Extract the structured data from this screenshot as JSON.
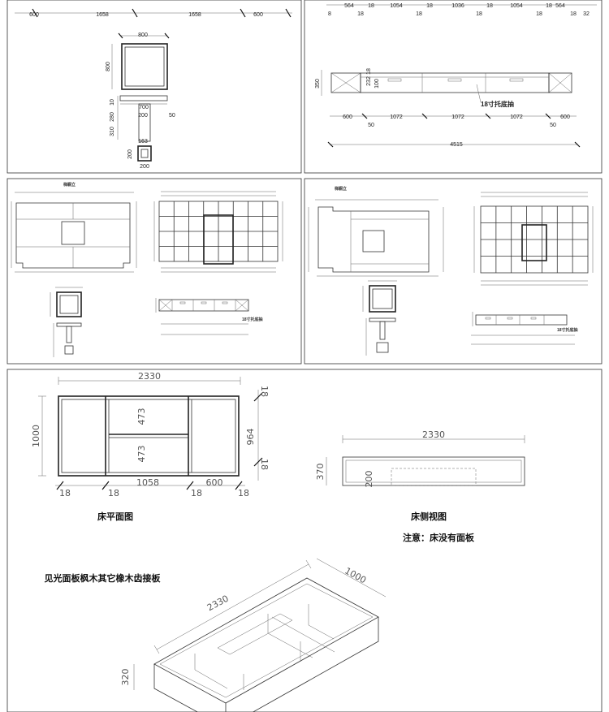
{
  "top_left": {
    "top_dims": [
      "600",
      "1658",
      "1658",
      "600"
    ],
    "square_width": "800",
    "square_height": "800",
    "lower_dims": [
      "10",
      "280",
      "200",
      "310",
      "50",
      "163",
      "200",
      "200"
    ],
    "lower_700": "700"
  },
  "top_right": {
    "top_dims": [
      "8",
      "564",
      "18",
      "18",
      "1054",
      "18",
      "18",
      "1036",
      "18",
      "18",
      "1054",
      "18",
      "18",
      "564",
      "18",
      "32"
    ],
    "left_dims": [
      "350",
      "18",
      "232",
      "100"
    ],
    "drawer_label": "18寸托底抽",
    "bottom_dims": [
      "600",
      "1072",
      "1072",
      "1072",
      "600"
    ],
    "bottom_small": [
      "50",
      "50"
    ],
    "total": "4515"
  },
  "mid_left": {
    "title": "梯橱立",
    "drawer_label": "18寸托底抽"
  },
  "mid_right": {
    "title": "梯橱立",
    "drawer_label": "18寸托底抽"
  },
  "bed_plan": {
    "width": "2330",
    "height": "1000",
    "right_dims": [
      "18",
      "964",
      "18"
    ],
    "inner_dims": [
      "473",
      "473"
    ],
    "bottom_dims": [
      "18",
      "18",
      "1058",
      "18",
      "600",
      "18"
    ],
    "caption": "床平面图"
  },
  "bed_side": {
    "width": "2330",
    "height": "370",
    "inner": "200",
    "caption": "床侧视图",
    "note": "注意：床没有面板"
  },
  "bed_iso": {
    "material_note": "见光面板枫木其它橡木齿接板",
    "length": "2330",
    "depth": "1000",
    "height": "320"
  }
}
